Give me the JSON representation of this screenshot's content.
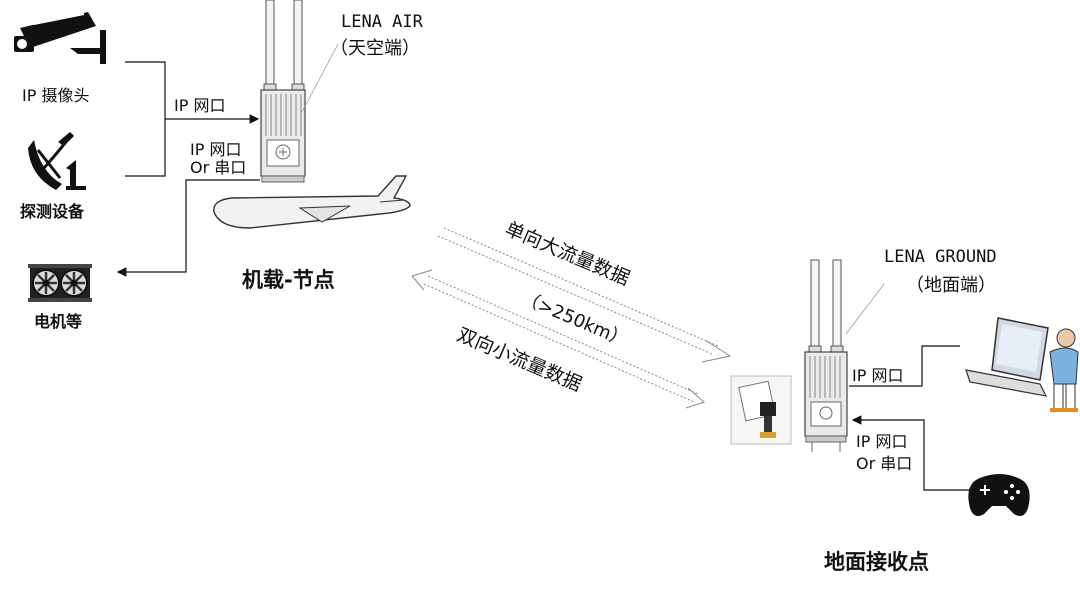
{
  "air": {
    "name": "LENA AIR",
    "sub": "（天空端）",
    "node_label": "机载-节点"
  },
  "ground": {
    "name": "LENA GROUND",
    "sub": "（地面端）",
    "node_label": "地面接收点"
  },
  "devices": {
    "camera": "IP 摄像头",
    "detector": "探测设备",
    "motor": "电机等"
  },
  "ports": {
    "air_in": "IP 网口",
    "air_io_1": "IP 网口",
    "air_io_2": "Or 串口",
    "ground_laptop": "IP 网口",
    "ground_io_1": "IP 网口",
    "ground_io_2": "Or 串口"
  },
  "links": {
    "downlink": "单向大流量数据",
    "range": "（>250km）",
    "duplex": "双向小流量数据"
  }
}
